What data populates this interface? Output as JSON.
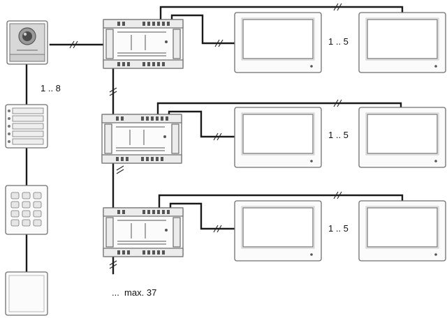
{
  "labels": {
    "door_station_count": "1 .. 8",
    "monitor_count_row1": "1 .. 5",
    "monitor_count_row2": "1 .. 5",
    "monitor_count_row3": "1 .. 5",
    "max_distributors": "...  max. 37"
  }
}
